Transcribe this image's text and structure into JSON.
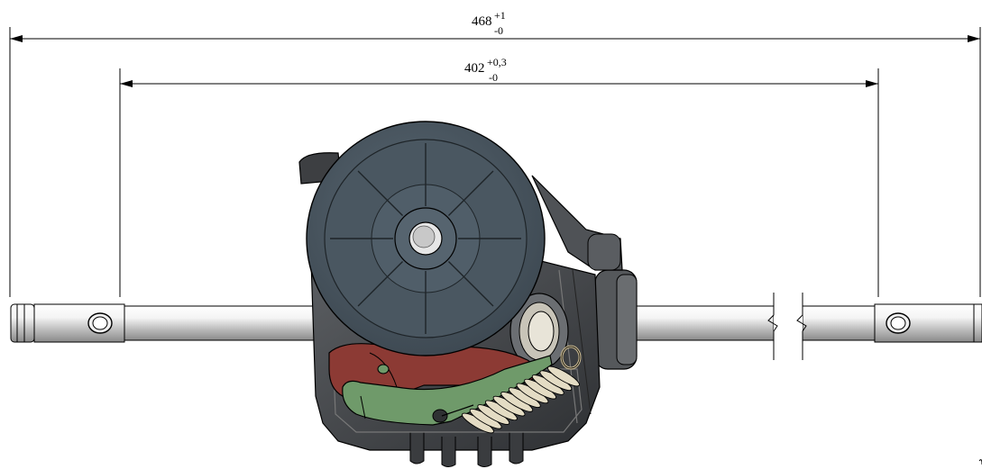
{
  "dimensions": {
    "overall": {
      "value": "468",
      "tol_upper": "+1",
      "tol_lower": "-0"
    },
    "mount": {
      "value": "402",
      "tol_upper": "+0,3",
      "tol_lower": "-0"
    }
  },
  "colors": {
    "pulley": "#4a5761",
    "pulley_dark": "#3c4750",
    "housing": "#4d4f52",
    "housing_dark": "#2f3133",
    "shaft": "#dcdcdc",
    "lever_red": "#8c3a34",
    "lever_green": "#6f9a6a",
    "spring": "#d8d0b8"
  },
  "icons": {
    "break_symbol": "shaft-break-icon",
    "hole": "shaft-hole-icon"
  }
}
